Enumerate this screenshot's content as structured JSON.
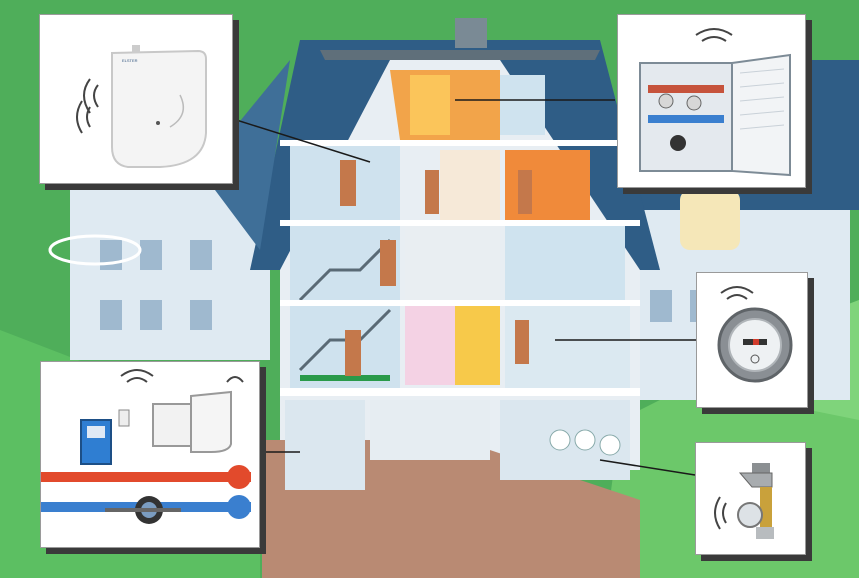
{
  "scene": {
    "subject": "",
    "colors": {
      "sky_green": "#4fae5a",
      "lawn_green": "#6cc86a",
      "roof_blue": "#2f5d86",
      "wall_light": "#dfeaf2",
      "wall_shadow": "#b9cfe0",
      "interior_orange": "#f08a3a",
      "interior_blue": "#cfe3ef",
      "floor_brown": "#b98a73",
      "door_brown": "#c4784b",
      "pipe_red": "#e24a2c",
      "pipe_blue": "#3a7fcf",
      "callout_shadow": "#3a3a3a"
    }
  },
  "callouts": [
    {
      "id": "callout-gateway",
      "icon": "wireless-gateway-icon",
      "logo": "ELSTER"
    },
    {
      "id": "callout-meter-cabinet",
      "icon": "meter-cabinet-icon"
    },
    {
      "id": "callout-heat-cost-allocator",
      "icon": "radio-heat-meter-icon"
    },
    {
      "id": "callout-tap-water-meter",
      "icon": "tap-water-meter-icon"
    },
    {
      "id": "callout-basement-metering",
      "icon": "basement-metering-icon"
    }
  ]
}
